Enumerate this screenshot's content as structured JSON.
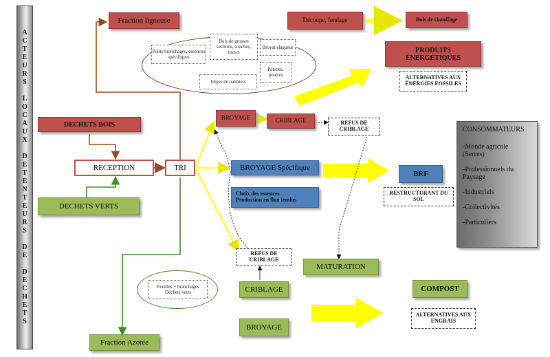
{
  "actors_column": {
    "letters": [
      "A",
      "C",
      "T",
      "E",
      "U",
      "R",
      "S",
      "",
      "L",
      "O",
      "C",
      "A",
      "U",
      "X",
      "",
      "D",
      "E",
      "T",
      "E",
      "N",
      "T",
      "E",
      "U",
      "R",
      "S",
      "",
      "D",
      "E",
      "",
      "D",
      "E",
      "C",
      "H",
      "E",
      "T",
      "S"
    ]
  },
  "nodes": {
    "fraction_ligneuse": "Fraction ligneuse",
    "decoupe_fendage": "Découpe, fendage",
    "bois_chauffage": "Bois de chauffage",
    "produits_energetiques": "PRODUITS ÉNERGÉTIQUES",
    "alternatives_energies": "ALTERNATIVES AUX ÉNERGIES FOSSILES",
    "dechets_bois": "DECHETS  BOIS",
    "reception": "RECEPTION",
    "tri": "TRI",
    "dechets_verts": "DECHETS VERTS",
    "broyage_1": "BROYAGE",
    "criblage_1": "CRIBLAGE",
    "refus_criblage_1": "REFUS DE CRIBLAGE",
    "broyage_specifique": "BROYAGE Spécifique",
    "choix_essences_line1": "Choix des essences",
    "choix_essences_line2": "Production en flux tendus",
    "brf": "BRF",
    "restructurant_sol": "RESTRUCTURANT DU SOL",
    "refus_criblage_2": "REFUS DE CRIBLAGE",
    "maturation": "MATURATION",
    "criblage_2": "CRIBLAGE",
    "compost": "COMPOST",
    "broyage_2": "BROYAGE",
    "alternatives_engrais": "ALTERNATIVES AUX ENGRAIS",
    "fraction_azotee": "Fraction Azotée"
  },
  "wood_items": {
    "petits_branchages": "Petits branchages, essences spécifiques",
    "bois_grosses_sections": "Bois de grosses sections, souches, troncs",
    "broyat_elagueur": "Broyat élagueur",
    "palettes": "Palettes, poutres",
    "stipes_palmiers": "Stipes de palmiers"
  },
  "green_items": {
    "feuilles": "Feuilles + branchages Déchets verts"
  },
  "consumers": {
    "title": "CONSOMMATEURS",
    "items": [
      "-Monde agricole (Serres)",
      "-Professionnels du Paysage",
      "-Industriels",
      "-Collectivités",
      "-Particuliers"
    ]
  },
  "colors": {
    "red": "#c0504d",
    "green": "#9bbb59",
    "blue": "#4f81bd",
    "yellow_arrow": "#ffff00",
    "brown_line": "#9b4a1f",
    "green_line": "#3c8f22"
  }
}
